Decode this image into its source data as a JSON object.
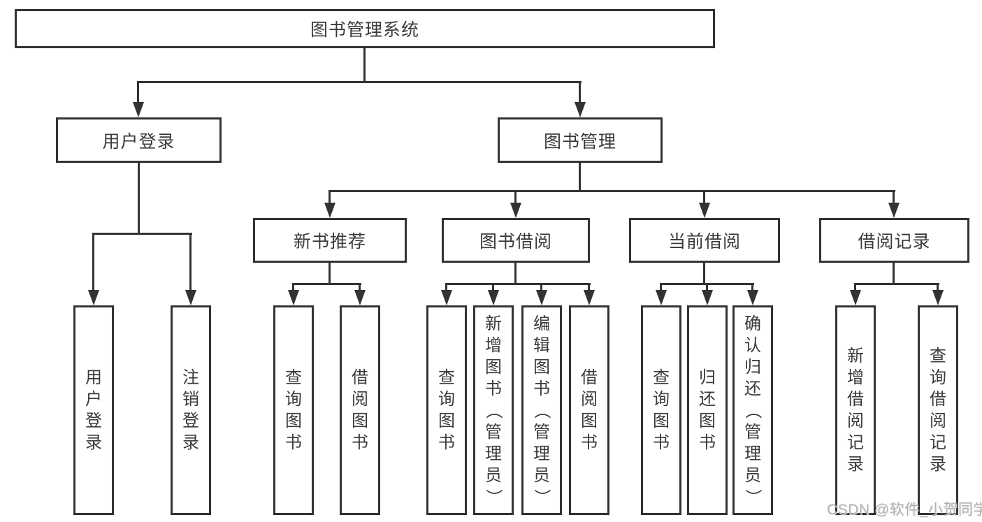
{
  "page": {
    "background": "#ffffff",
    "line_color": "#333333",
    "text_color": "#3a3a3a",
    "watermark": {
      "text": "CSDN @软件_小贺同学",
      "color": "#b0b0b0"
    }
  },
  "tree": {
    "root": {
      "label": "图书管理系统"
    },
    "level2": [
      {
        "label": "用户登录",
        "children": [
          {
            "label": "用户登录"
          },
          {
            "label": "注销登录"
          }
        ]
      },
      {
        "label": "图书管理",
        "children": [
          {
            "label": "新书推荐",
            "children": [
              {
                "label": "查询图书"
              },
              {
                "label": "借阅图书"
              }
            ]
          },
          {
            "label": "图书借阅",
            "children": [
              {
                "label": "查询图书"
              },
              {
                "label": "新增图书（管理员）"
              },
              {
                "label": "编辑图书（管理员）"
              },
              {
                "label": "借阅图书"
              }
            ]
          },
          {
            "label": "当前借阅",
            "children": [
              {
                "label": "查询图书"
              },
              {
                "label": "归还图书"
              },
              {
                "label": "确认归还（管理员）"
              }
            ]
          },
          {
            "label": "借阅记录",
            "children": [
              {
                "label": "新增借阅记录"
              },
              {
                "label": "查询借阅记录"
              }
            ]
          }
        ]
      }
    ]
  }
}
